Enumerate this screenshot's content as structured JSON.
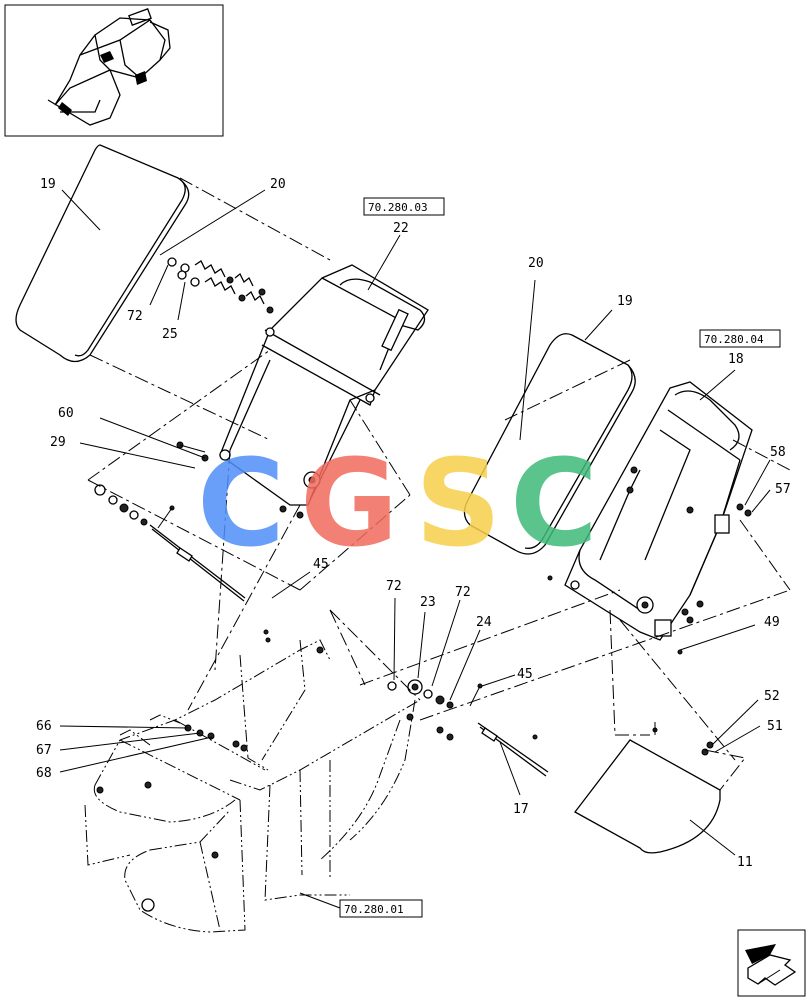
{
  "callouts": [
    {
      "id": "c19a",
      "text": "19"
    },
    {
      "id": "c20a",
      "text": "20"
    },
    {
      "id": "c72a",
      "text": "72"
    },
    {
      "id": "c25",
      "text": "25"
    },
    {
      "id": "c22",
      "text": "22"
    },
    {
      "id": "c60",
      "text": "60"
    },
    {
      "id": "c29",
      "text": "29"
    },
    {
      "id": "c20b",
      "text": "20"
    },
    {
      "id": "c19b",
      "text": "19"
    },
    {
      "id": "c18",
      "text": "18"
    },
    {
      "id": "c58",
      "text": "58"
    },
    {
      "id": "c57",
      "text": "57"
    },
    {
      "id": "c45a",
      "text": "45"
    },
    {
      "id": "c72b",
      "text": "72"
    },
    {
      "id": "c23",
      "text": "23"
    },
    {
      "id": "c72c",
      "text": "72"
    },
    {
      "id": "c24",
      "text": "24"
    },
    {
      "id": "c45b",
      "text": "45"
    },
    {
      "id": "c49",
      "text": "49"
    },
    {
      "id": "c52",
      "text": "52"
    },
    {
      "id": "c51",
      "text": "51"
    },
    {
      "id": "c66",
      "text": "66"
    },
    {
      "id": "c67",
      "text": "67"
    },
    {
      "id": "c68",
      "text": "68"
    },
    {
      "id": "c17",
      "text": "17"
    },
    {
      "id": "c11",
      "text": "11"
    }
  ],
  "refs": [
    {
      "id": "r1",
      "text": "70.280.03"
    },
    {
      "id": "r2",
      "text": "70.280.04"
    },
    {
      "id": "r3",
      "text": "70.280.01"
    }
  ],
  "watermark": {
    "letters": [
      "C",
      "G",
      "S",
      "C"
    ],
    "colors": [
      "#4f8ff7",
      "#f26a5e",
      "#f7cf4c",
      "#3fba79"
    ]
  },
  "nav_icon": "next-page-arrow-icon"
}
